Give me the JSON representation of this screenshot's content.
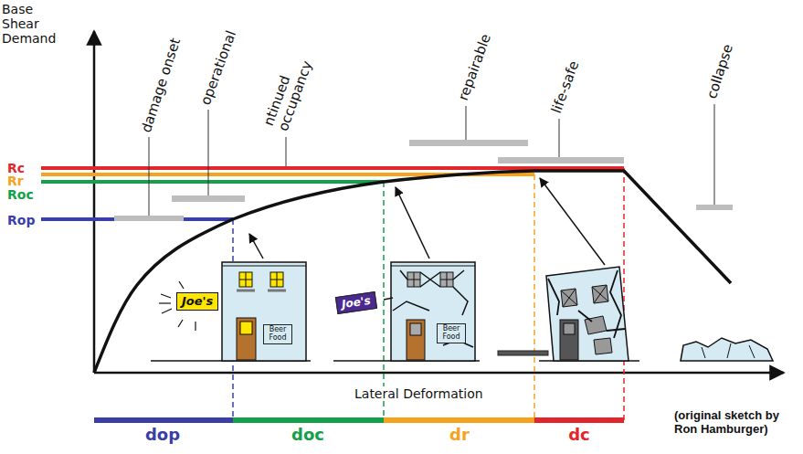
{
  "diagram": {
    "nodes": [
      {
        "text": [
          "Joe's"
        ]
      },
      {
        "text": [
          "Beer Food"
        ]
      },
      {
        "text": [
          "Joe's"
        ]
      },
      {
        "text": [
          "Beer Food"
        ]
      }
    ],
    "labels": [
      "Base Shear Demand",
      "damage onset",
      "operational",
      "ntinued occupancy",
      "repairable",
      "life-safe",
      "collapse",
      "Rc",
      "Rr",
      "Roc",
      "Rop",
      "Lateral Deformation",
      "dop",
      "doc",
      "dr",
      "dc",
      "(original sketch by Ron Hamburger)"
    ]
  }
}
